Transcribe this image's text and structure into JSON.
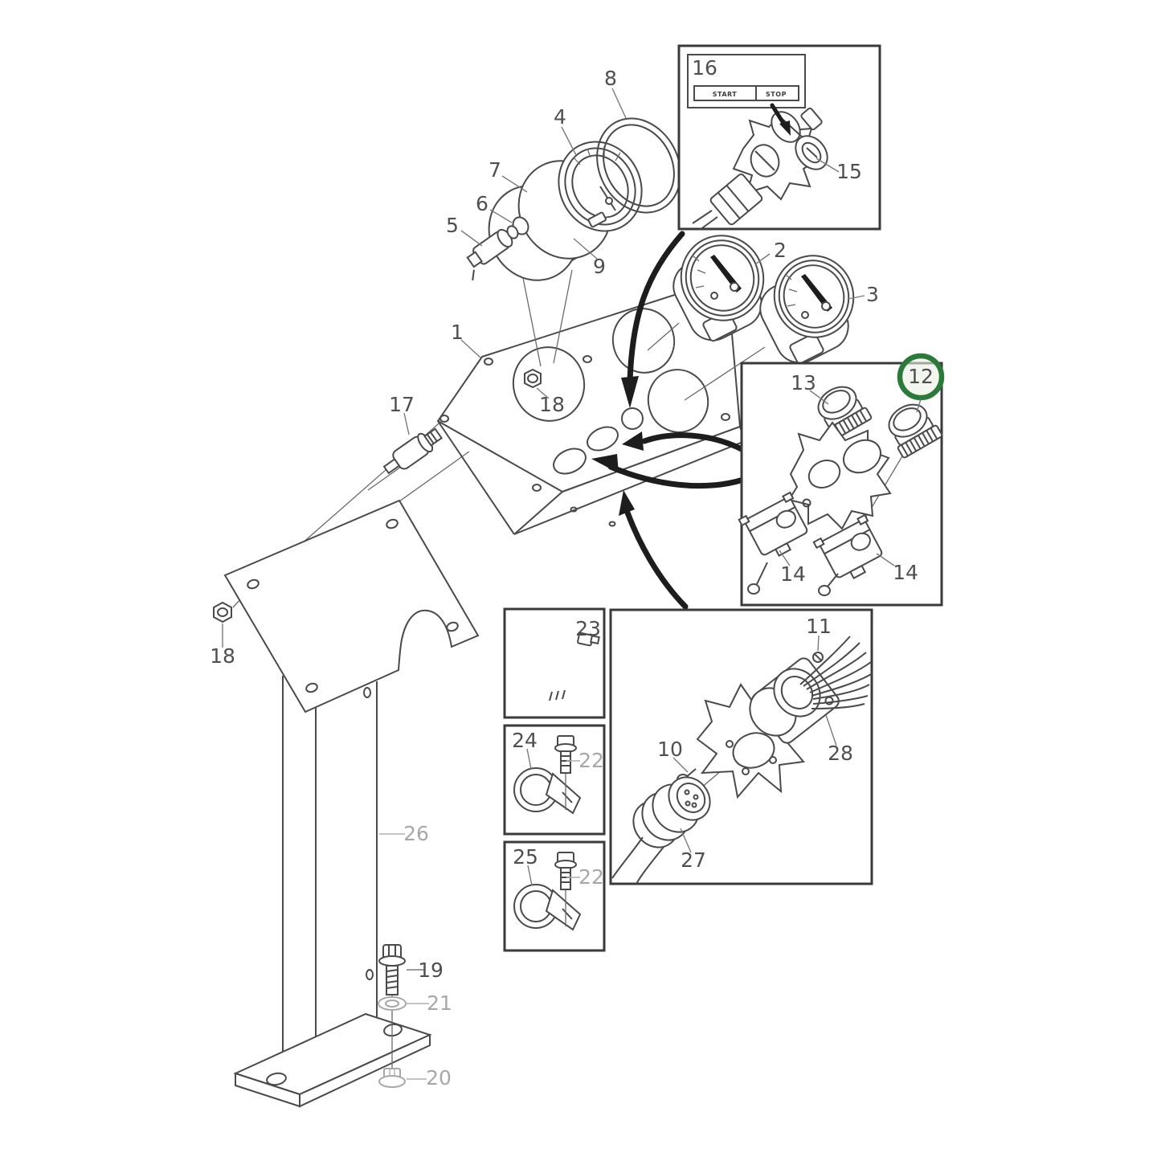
{
  "figure": {
    "kind": "exploded-parts-diagram",
    "subject": "instrument panel pedestal assembly",
    "highlighted_part": "12"
  },
  "colors": {
    "line": "#4a4a4a",
    "muted_label": "#a8a8a8",
    "arrow": "#1d1d1d",
    "highlight_ring": "#2c7a39",
    "highlight_fill": "#e9f0e3",
    "background": "#ffffff"
  },
  "switch_plate": {
    "start": "START",
    "stop": "STOP"
  },
  "callouts": [
    {
      "num": "1",
      "muted": false
    },
    {
      "num": "2",
      "muted": false
    },
    {
      "num": "3",
      "muted": false
    },
    {
      "num": "4",
      "muted": false
    },
    {
      "num": "5",
      "muted": false
    },
    {
      "num": "6",
      "muted": false
    },
    {
      "num": "7",
      "muted": false
    },
    {
      "num": "8",
      "muted": false
    },
    {
      "num": "9",
      "muted": false
    },
    {
      "num": "10",
      "muted": false
    },
    {
      "num": "11",
      "muted": false
    },
    {
      "num": "12",
      "muted": false,
      "highlighted": true
    },
    {
      "num": "13",
      "muted": false
    },
    {
      "num": "14",
      "muted": false
    },
    {
      "num": "14",
      "muted": false
    },
    {
      "num": "15",
      "muted": false
    },
    {
      "num": "16",
      "muted": false
    },
    {
      "num": "17",
      "muted": false
    },
    {
      "num": "18",
      "muted": false
    },
    {
      "num": "18",
      "muted": false
    },
    {
      "num": "19",
      "muted": false
    },
    {
      "num": "20",
      "muted": true
    },
    {
      "num": "21",
      "muted": true
    },
    {
      "num": "22",
      "muted": true
    },
    {
      "num": "22",
      "muted": true
    },
    {
      "num": "23",
      "muted": false
    },
    {
      "num": "24",
      "muted": false
    },
    {
      "num": "25",
      "muted": false
    },
    {
      "num": "26",
      "muted": true
    },
    {
      "num": "27",
      "muted": false
    },
    {
      "num": "28",
      "muted": false
    }
  ]
}
